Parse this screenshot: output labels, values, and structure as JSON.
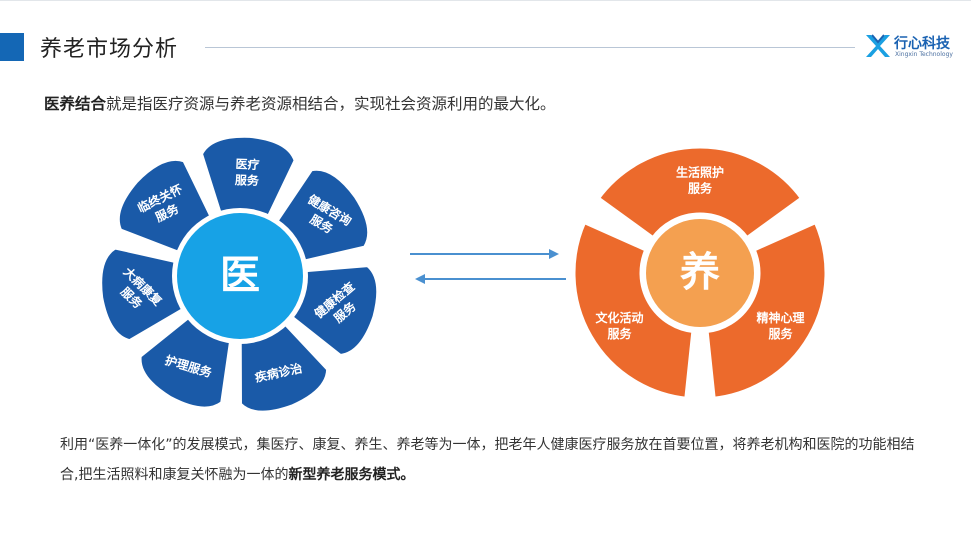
{
  "header": {
    "title": "养老市场分析",
    "logo": {
      "name": "行心科技",
      "subtitle": "Xingxin Technology"
    }
  },
  "intro": {
    "bold": "医养结合",
    "rest": "就是指医疗资源与养老资源相结合，实现社会资源利用的最大化。"
  },
  "diagram": {
    "left": {
      "center": "医",
      "petals": [
        [
          "医疗",
          "服务"
        ],
        [
          "健康咨询",
          "服务"
        ],
        [
          "健康检查",
          "服务"
        ],
        [
          "疾病诊治"
        ],
        [
          "护理服务"
        ],
        [
          "大病康复",
          "服务"
        ],
        [
          "临终关怀",
          "服务"
        ]
      ]
    },
    "right": {
      "center": "养",
      "segments": [
        [
          "生活照护",
          "服务"
        ],
        [
          "精神心理",
          "服务"
        ],
        [
          "文化活动",
          "服务"
        ]
      ]
    }
  },
  "summary": {
    "text": "利用“医养一体化”的发展模式，集医疗、康复、养生、养老等为一体，把老年人健康医疗服务放在首要位置，将养老机构和医院的功能相结合,把生活照料和康复关怀融为一体的",
    "bold": "新型养老服务模式。"
  },
  "colors": {
    "blue": "#1a5aa8",
    "blue_center": "#17a2e6",
    "orange": "#ec6a2c",
    "orange_center": "#f4a050",
    "arrow": "#4a90d0"
  }
}
